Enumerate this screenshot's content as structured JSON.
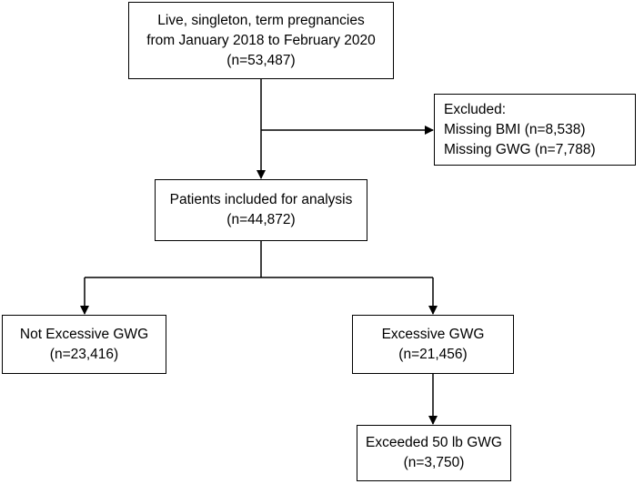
{
  "boxes": {
    "start": {
      "lines": [
        "Live, singleton, term pregnancies",
        "from January 2018 to February 2020",
        "(n=53,487)"
      ]
    },
    "excluded": {
      "lines": [
        "Excluded:",
        "Missing BMI (n=8,538)",
        "Missing GWG (n=7,788)"
      ]
    },
    "included": {
      "lines": [
        "Patients included for analysis",
        "(n=44,872)"
      ]
    },
    "not_excessive": {
      "lines": [
        "Not Excessive GWG",
        "(n=23,416)"
      ]
    },
    "excessive": {
      "lines": [
        "Excessive GWG",
        "(n=21,456)"
      ]
    },
    "exceeded_50": {
      "lines": [
        "Exceeded 50 lb GWG",
        "(n=3,750)"
      ]
    }
  }
}
